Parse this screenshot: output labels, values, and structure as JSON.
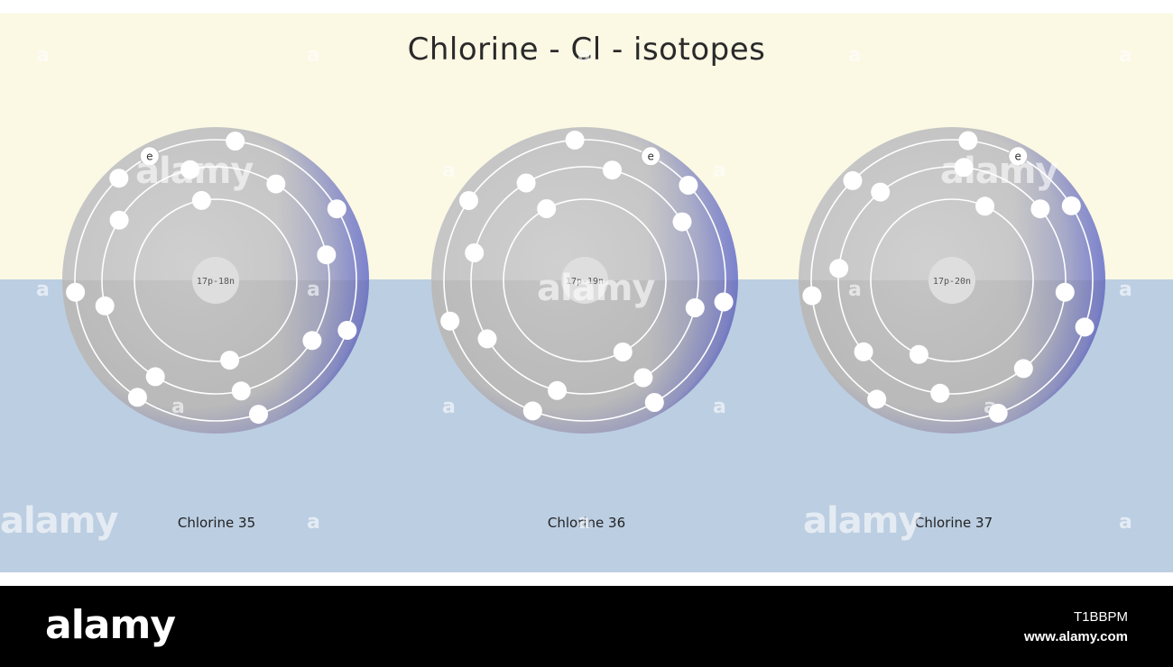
{
  "title": "Chlorine - Cl - isotopes",
  "atoms": [
    {
      "caption": "Chlorine 35",
      "nucleus": "17p-18n",
      "electron_label": "e",
      "shells": [
        2,
        8,
        7
      ]
    },
    {
      "caption": "Chlorine 36",
      "nucleus": "17p-19n",
      "electron_label": "e",
      "shells": [
        2,
        8,
        7
      ]
    },
    {
      "caption": "Chlorine 37",
      "nucleus": "17p-20n",
      "electron_label": "e",
      "shells": [
        2,
        8,
        7
      ]
    }
  ],
  "colors": {
    "top_background": "#fbf8e4",
    "bottom_background": "#bccee2",
    "atom_body": "#c4c4c4",
    "atom_rim": "#6f76cc",
    "electron": "#ffffff",
    "footer": "#000000"
  },
  "watermark": {
    "brand": "alamy",
    "small": "a",
    "image_id": "T1BBPM",
    "url": "www.alamy.com"
  }
}
